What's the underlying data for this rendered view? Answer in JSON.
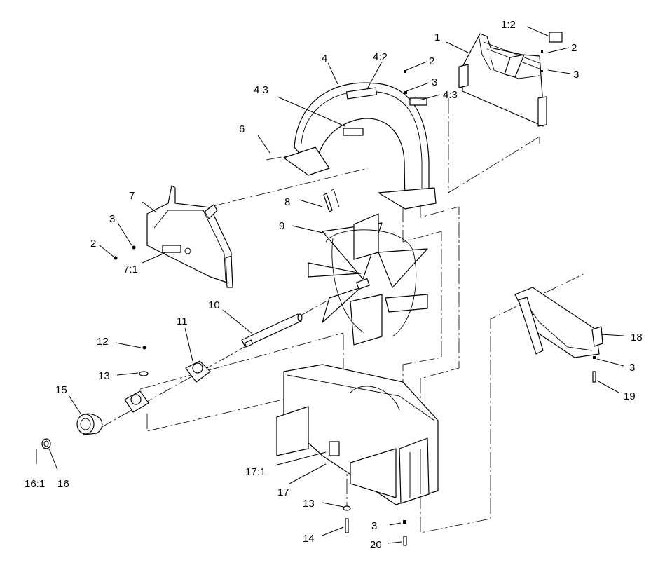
{
  "callouts": {
    "c1": "1",
    "c1_2": "1:2",
    "c2_top": "2",
    "c3_top": "3",
    "c2_mid": "2",
    "c3_mid": "3",
    "c4_3_right": "4:3",
    "c4": "4",
    "c4_2": "4:2",
    "c4_3_left": "4:3",
    "c6": "6",
    "c7": "7",
    "c3_left": "3",
    "c2_left": "2",
    "c7_1": "7:1",
    "c8": "8",
    "c9": "9",
    "c10": "10",
    "c11": "11",
    "c12": "12",
    "c13_left": "13",
    "c15": "15",
    "c16_1": "16:1",
    "c16": "16",
    "c17_1": "17:1",
    "c17": "17",
    "c13_bottom": "13",
    "c14": "14",
    "c3_bottom": "3",
    "c20": "20",
    "c18": "18",
    "c3_right": "3",
    "c19": "19"
  }
}
